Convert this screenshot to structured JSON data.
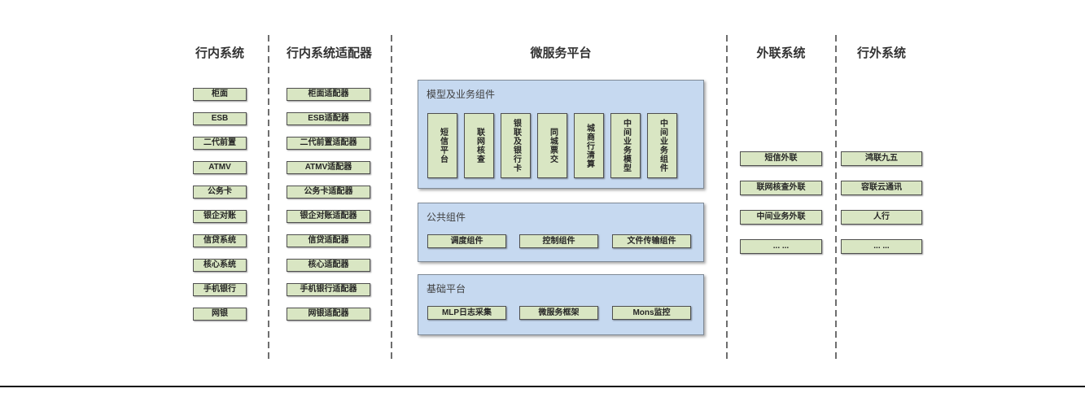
{
  "columns": {
    "inbank": {
      "title": "行内系统",
      "boxes": [
        "柜面",
        "ESB",
        "二代前置",
        "ATMV",
        "公务卡",
        "银企对账",
        "信贷系统",
        "核心系统",
        "手机银行",
        "网银"
      ]
    },
    "adapters": {
      "title": "行内系统适配器",
      "boxes": [
        "柜面适配器",
        "ESB适配器",
        "二代前置适配器",
        "ATMV适配器",
        "公务卡适配器",
        "银企对账适配器",
        "信贷适配器",
        "核心适配器",
        "手机银行适配器",
        "网银适配器"
      ]
    },
    "platform": {
      "title": "微服务平台",
      "panels": [
        {
          "label": "模型及业务组件",
          "boxes": [
            "短信平台",
            "联网核查",
            "银联及银行卡",
            "同城票交",
            "城商行清算",
            "中间业务模型",
            "中间业务组件"
          ]
        },
        {
          "label": "公共组件",
          "boxes": [
            "调度组件",
            "控制组件",
            "文件传输组件"
          ]
        },
        {
          "label": "基础平台",
          "boxes": [
            "MLP日志采集",
            "微服务框架",
            "Mons监控"
          ]
        }
      ]
    },
    "external_link": {
      "title": "外联系统",
      "boxes": [
        "短信外联",
        "联网核查外联",
        "中间业务外联",
        "... ..."
      ]
    },
    "outside": {
      "title": "行外系统",
      "boxes": [
        "鸿联九五",
        "容联云通讯",
        "人行",
        "... ..."
      ]
    }
  },
  "colors": {
    "box_fill": "#d9e6c3",
    "box_border": "#4f4f4f",
    "panel_fill": "#c6d9f0",
    "panel_border": "#7f8a96",
    "separator": "#6e6e6e",
    "text": "#333333"
  }
}
